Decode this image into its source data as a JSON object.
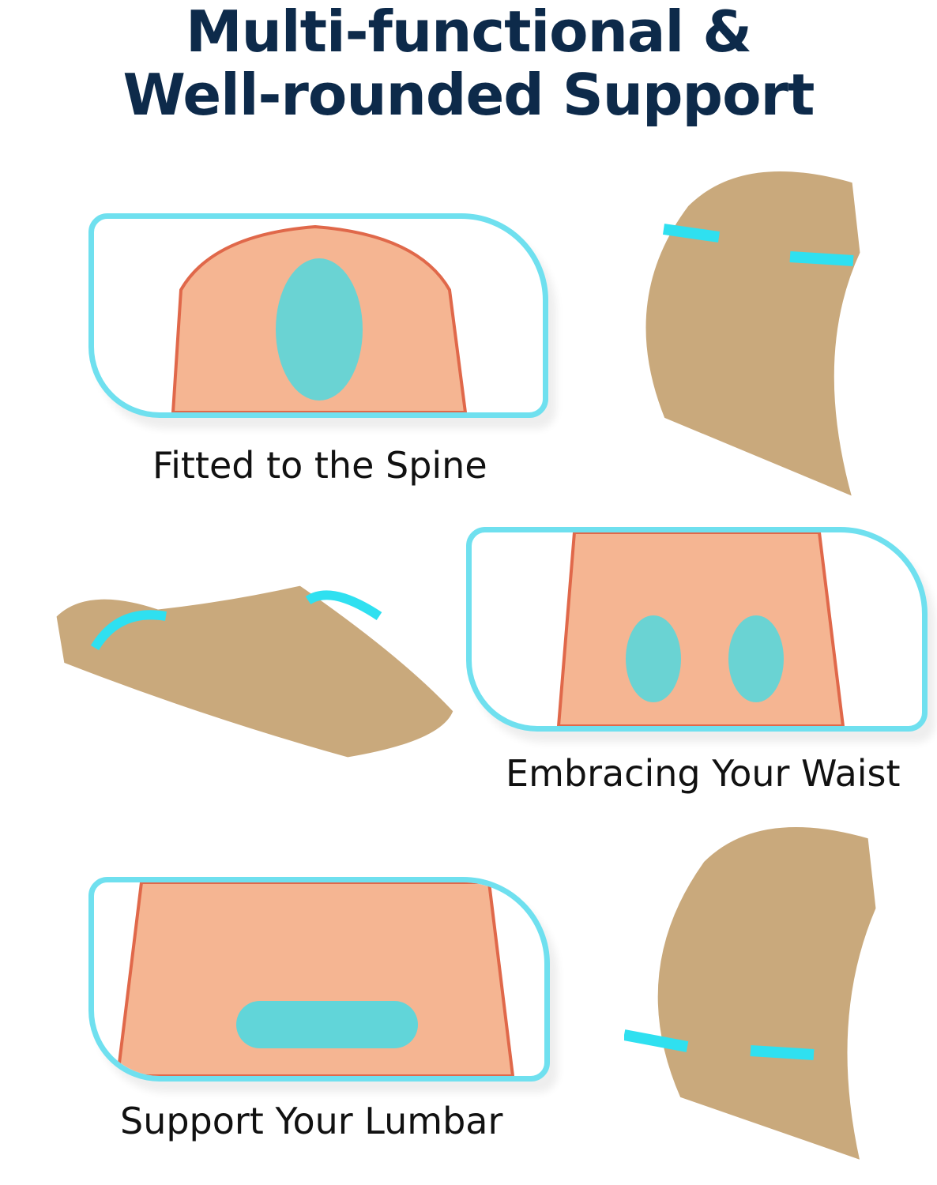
{
  "title_line1": "Multi-functional &",
  "title_line2": "Well-rounded Support",
  "captions": [
    "Fitted to the Spine",
    "Embracing Your Waist",
    "Support Your Lumbar"
  ],
  "colors": {
    "title": "#0d2a4a",
    "frame": "#6fe0ef",
    "skin": "#f5b592",
    "outline": "#e0684a",
    "cushion": "#c9a97c",
    "glow": "#2fe0f0"
  }
}
